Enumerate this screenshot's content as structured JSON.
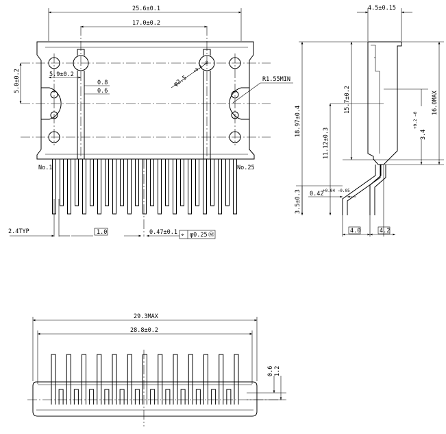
{
  "front": {
    "dim_width": "25.6±0.1",
    "dim_holes": "17.0±0.2",
    "dim_hole_x": "5.9±0.2",
    "dim_hole_y": "5.0±0.2",
    "dim_08": "0.8",
    "dim_06": "0.6",
    "dim_radius": "R1.55MIN",
    "dim_hole_dia": "φ2.5",
    "dim_hole_dia_tol": "+0.1 −0",
    "pin_first": "No.1",
    "pin_last": "No.25",
    "dim_pitch": "2.4TYP",
    "dim_tip": "1.0",
    "dim_lead": "0.47±0.1",
    "dim_tol": "φ0.25",
    "tol_symbol": "⌖",
    "mod_symbol": "Ⓜ"
  },
  "side": {
    "dim_thick": "4.5±0.15",
    "dim_15": "15.7±0.2",
    "dim_16": "16.0MAX",
    "dim_18": "18.97±0.4",
    "dim_11": "11.12±0.3",
    "dim_34": "3.4",
    "dim_34_tol": "+0.2 −0",
    "dim_35": "3.5±0.3",
    "dim_042": "0.42",
    "dim_042_tol": "+0.04 −0.05",
    "dim_40": "4.0",
    "dim_42": "4.2"
  },
  "bottom": {
    "dim_293": "29.3MAX",
    "dim_288": "28.8±0.2",
    "dim_06": "0.6",
    "dim_12": "1.2"
  }
}
